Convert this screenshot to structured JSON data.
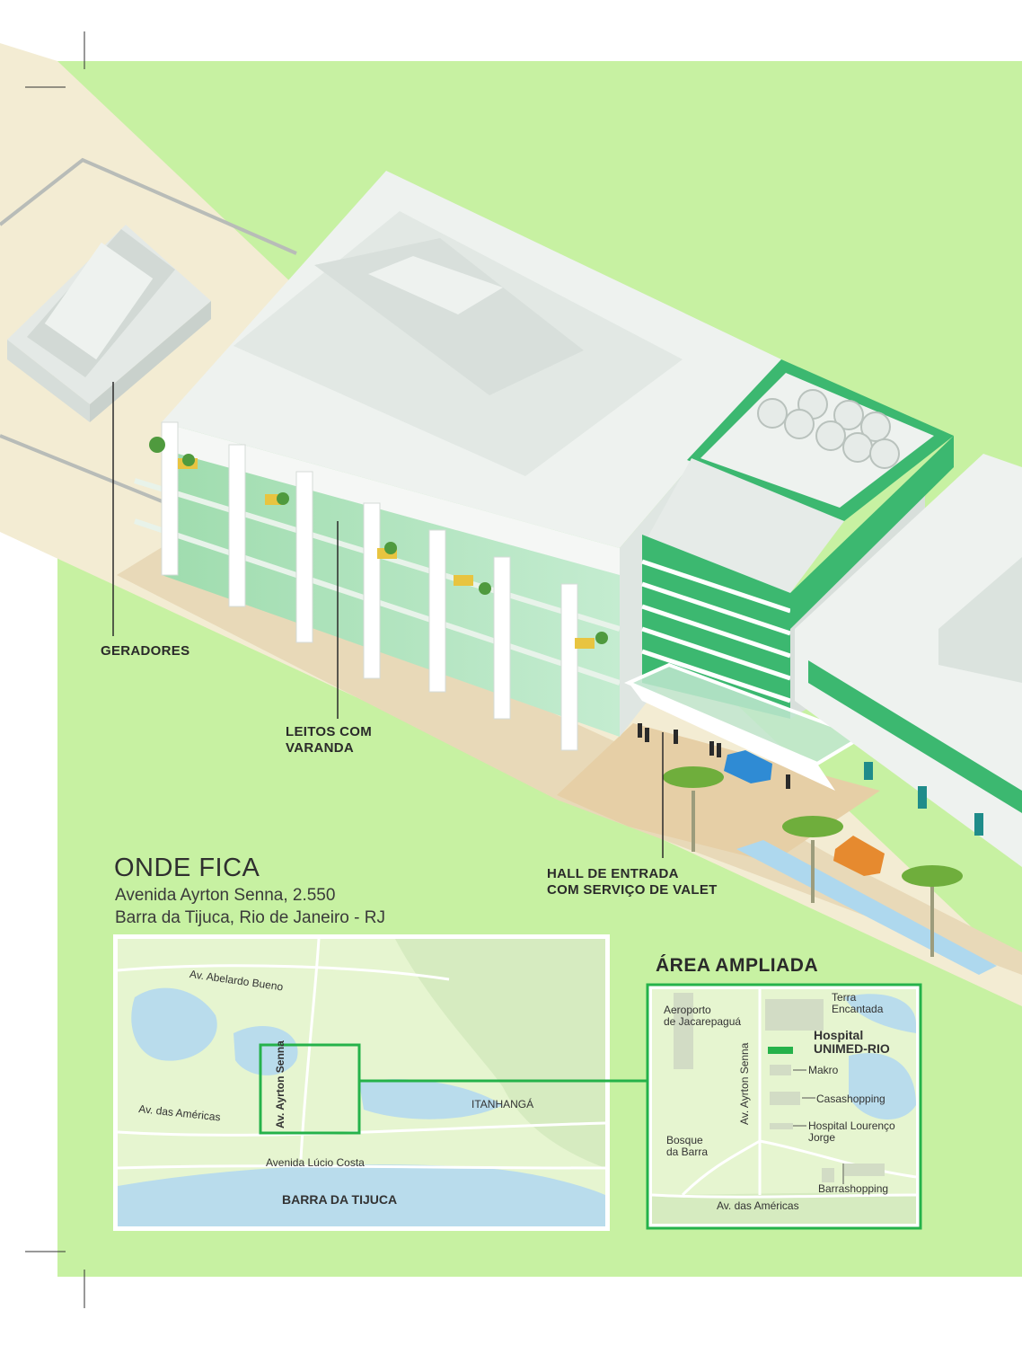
{
  "colors": {
    "lawn": "#c7f1a2",
    "road": "#f3ecd3",
    "building_light": "#eef2ef",
    "building_mid": "#dbe3de",
    "building_dark": "#c9d3cd",
    "accent_green": "#3cb870",
    "map_water": "#b9dcec",
    "map_land": "#e6f5d0",
    "map_box_green": "#25b24a"
  },
  "callouts": {
    "geradores": "GERADORES",
    "leitos": [
      "LEITOS COM",
      "VARANDA"
    ],
    "hall": [
      "HALL DE ENTRADA",
      "COM SERVIÇO DE VALET"
    ]
  },
  "location": {
    "title": "ONDE FICA",
    "address_line1": "Avenida Ayrton Senna, 2.550",
    "address_line2": "Barra da Tijuca, Rio de Janeiro - RJ"
  },
  "regional_map": {
    "labels": {
      "abelardo": "Av. Abelardo Bueno",
      "americas": "Av. das Américas",
      "ayrton": "Av. Ayrton Senna",
      "itanhanga": "ITANHANGÁ",
      "lucio": "Avenida Lúcio Costa",
      "barra": "BARRA DA TIJUCA"
    }
  },
  "zoom_map": {
    "title": "ÁREA AMPLIADA",
    "labels": {
      "terra": [
        "Terra",
        "Encantada"
      ],
      "aeroporto": [
        "Aeroporto",
        "de Jacarepaguá"
      ],
      "hospital": [
        "Hospital",
        "UNIMED-RIO"
      ],
      "makro": "Makro",
      "ayrton": "Av. Ayrton Senna",
      "casashopping": "Casashopping",
      "lourenco": [
        "Hospital Lourenço",
        "Jorge"
      ],
      "bosque": [
        "Bosque",
        "da Barra"
      ],
      "barrashopping": "Barrashopping",
      "americas": "Av. das Américas"
    }
  }
}
